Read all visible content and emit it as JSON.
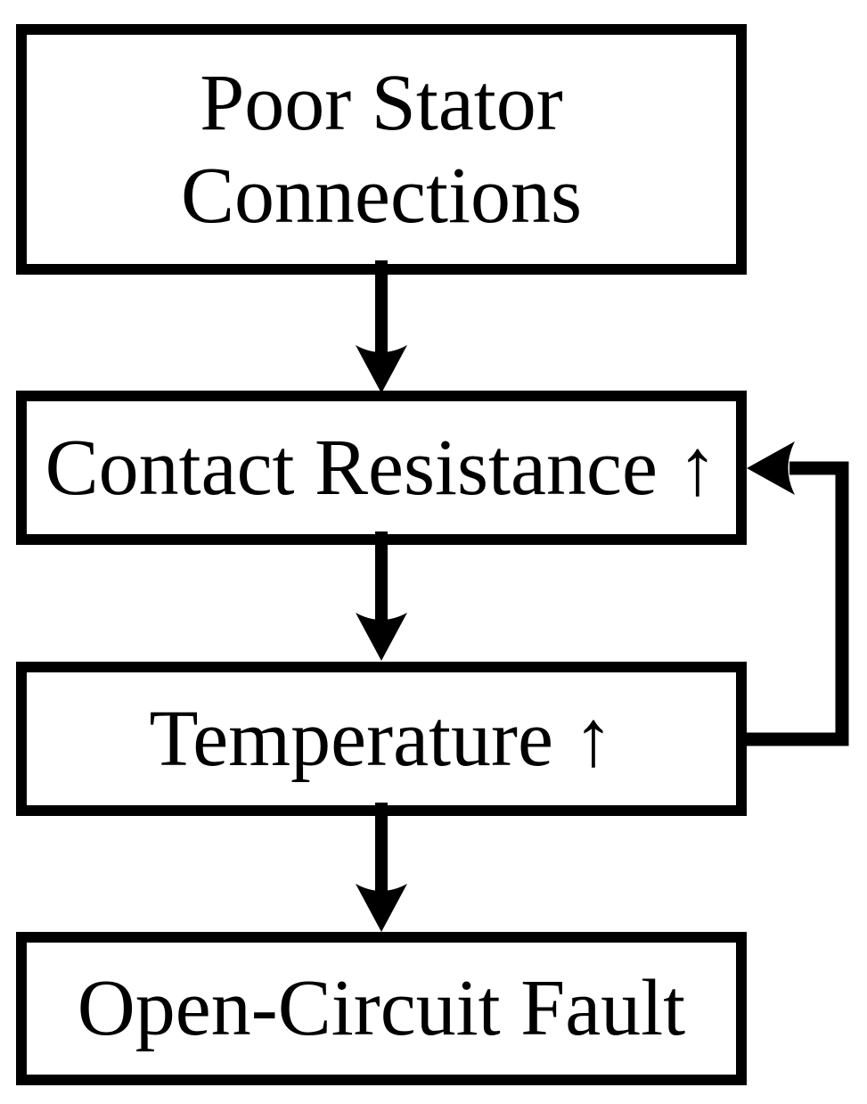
{
  "diagram": {
    "title": "Poor stator connection fault propagation flowchart",
    "background_color": "#ffffff",
    "line_color": "#000000",
    "nodes": [
      {
        "id": "poor-stator-connections",
        "lines": [
          "Poor Stator",
          "Connections"
        ]
      },
      {
        "id": "contact-resistance",
        "lines": [
          "Contact Resistance ↑"
        ]
      },
      {
        "id": "temperature",
        "lines": [
          "Temperature ↑"
        ]
      },
      {
        "id": "open-circuit-fault",
        "lines": [
          "Open-Circuit Fault"
        ]
      }
    ],
    "edges": [
      {
        "from": "poor-stator-connections",
        "to": "contact-resistance",
        "type": "arrow-down"
      },
      {
        "from": "contact-resistance",
        "to": "temperature",
        "type": "arrow-down"
      },
      {
        "from": "temperature",
        "to": "open-circuit-fault",
        "type": "arrow-down"
      },
      {
        "from": "temperature",
        "to": "contact-resistance",
        "type": "feedback-loop-right"
      }
    ]
  }
}
